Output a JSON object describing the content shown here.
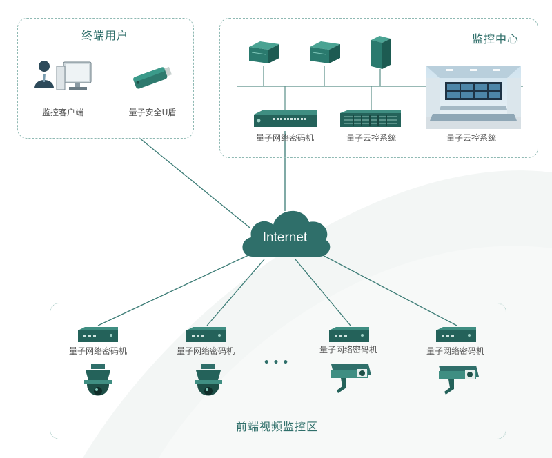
{
  "colors": {
    "teal": "#2f6f6a",
    "teal_dark": "#1f5a54",
    "line": "#3c7c76",
    "border": "#8fb9b3"
  },
  "user_zone": {
    "title": "终端用户",
    "items": [
      {
        "label": "监控客户端",
        "icon": "computer-user-icon"
      },
      {
        "label": "量子安全U盾",
        "icon": "usb-key-icon"
      }
    ]
  },
  "center_zone": {
    "title": "监控中心",
    "servers": [
      "server-icon",
      "server-icon",
      "tower-server-icon"
    ],
    "items": [
      {
        "label": "量子网络密码机",
        "icon": "network-encryptor-icon"
      },
      {
        "label": "量子云控系统",
        "icon": "rack-server-icon"
      },
      {
        "label": "量子云控系统",
        "icon": "control-room-photo"
      }
    ]
  },
  "cloud": {
    "label": "Internet",
    "icon": "cloud-icon"
  },
  "front_zone": {
    "title": "前端视频监控区",
    "devices": [
      {
        "label": "量子网络密码机",
        "camera": "dome-camera-icon"
      },
      {
        "label": "量子网络密码机",
        "camera": "dome-camera-icon"
      },
      {
        "label": "量子网络密码机",
        "camera": "bullet-camera-icon"
      },
      {
        "label": "量子网络密码机",
        "camera": "bullet-camera-icon"
      }
    ],
    "ellipsis": "• • •"
  }
}
